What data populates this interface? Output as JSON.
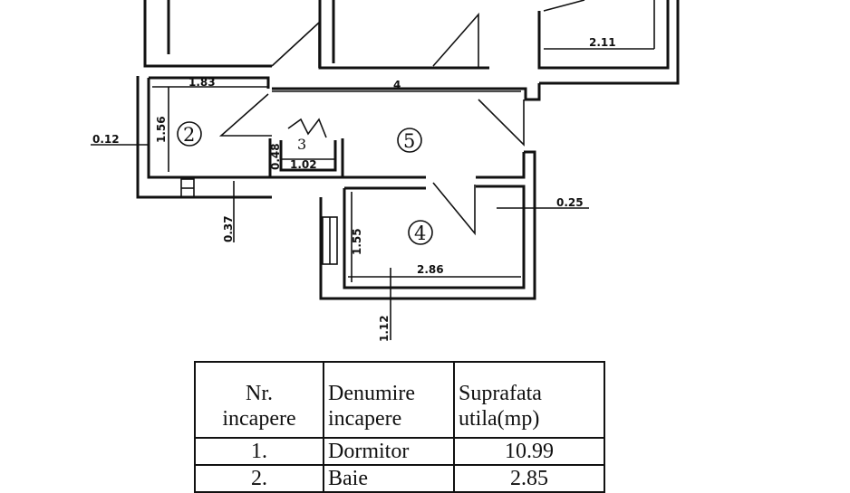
{
  "plan": {
    "dimensions": {
      "d1": "2.11",
      "d2": "1.83",
      "d3": "4",
      "d4": "0.12",
      "d5": "1.56",
      "d6": "0.48",
      "d7": "1.02",
      "d8": "0.37",
      "d9": "0.25",
      "d10": "1.55",
      "d11": "2.86",
      "d12": "1.12"
    },
    "rooms": {
      "r2": "2",
      "r3": "3",
      "r4": "4",
      "r5": "5"
    }
  },
  "table": {
    "headers": {
      "col1_line1": "Nr.",
      "col1_line2": "incapere",
      "col2_line1": "Denumire",
      "col2_line2": "incapere",
      "col3_line1": "Suprafata",
      "col3_line2": "utila(mp)"
    },
    "rows": [
      {
        "nr": "1.",
        "name": "Dormitor",
        "area": "10.99"
      },
      {
        "nr": "2.",
        "name": "Baie",
        "area": "2.85"
      }
    ]
  }
}
